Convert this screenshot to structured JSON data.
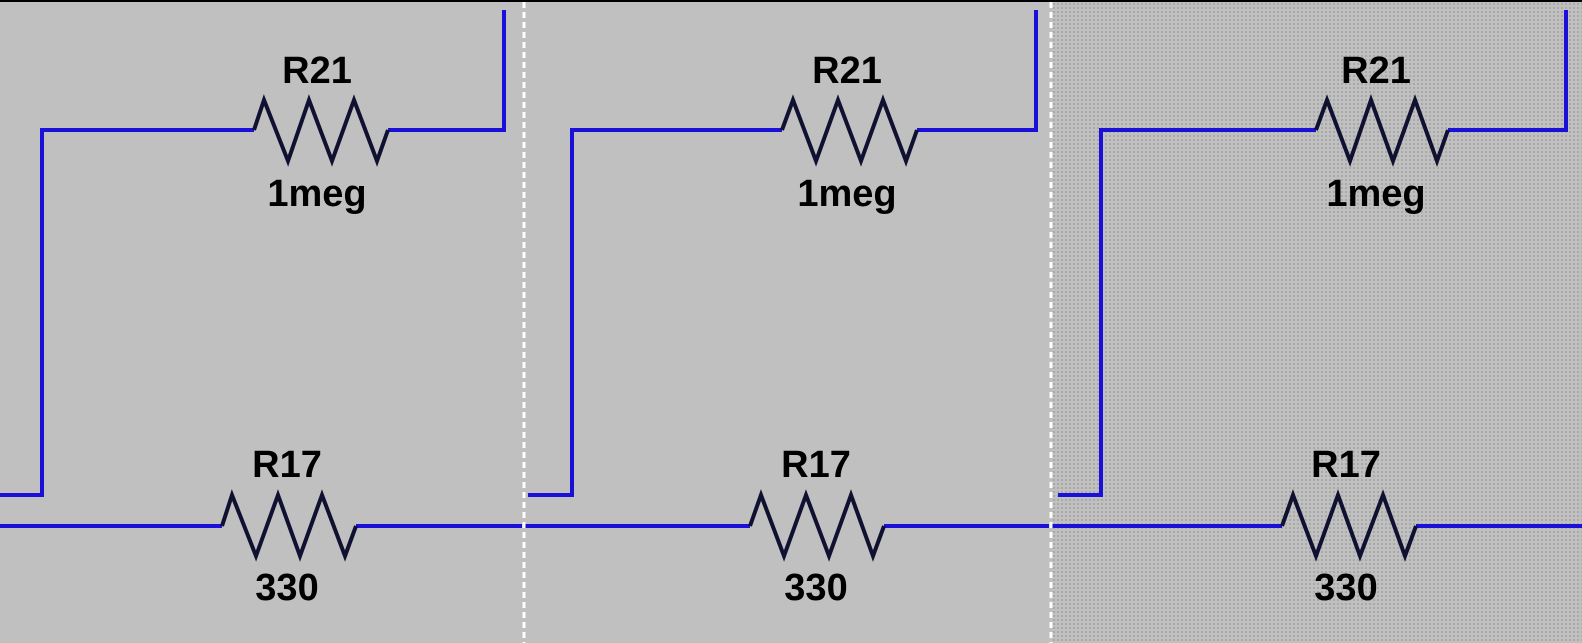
{
  "colors": {
    "background": "#c0c0c0",
    "wire": "#1a10d8",
    "resistor": "#101030",
    "panel_divider": "#ffffff",
    "grid_dots": "#a9a9a9"
  },
  "panels": [
    {
      "name": "panel-1",
      "grid_visible": false,
      "components": [
        {
          "ref": "R21",
          "value": "1meg"
        },
        {
          "ref": "R17",
          "value": "330"
        }
      ]
    },
    {
      "name": "panel-2",
      "grid_visible": false,
      "components": [
        {
          "ref": "R21",
          "value": "1meg"
        },
        {
          "ref": "R17",
          "value": "330"
        }
      ]
    },
    {
      "name": "panel-3",
      "grid_visible": true,
      "components": [
        {
          "ref": "R21",
          "value": "1meg"
        },
        {
          "ref": "R17",
          "value": "330"
        }
      ]
    }
  ]
}
